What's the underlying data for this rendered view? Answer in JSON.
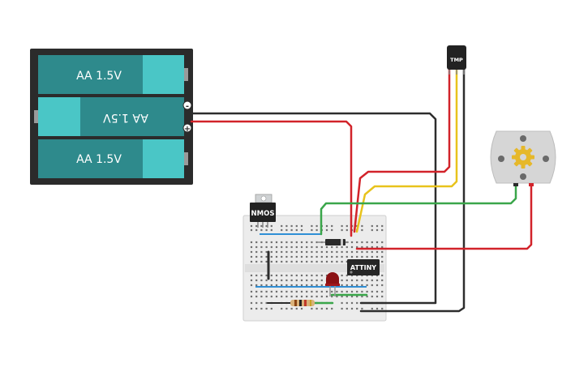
{
  "battery_pack": {
    "cells": [
      {
        "label": "AA 1.5V",
        "orientation": "normal"
      },
      {
        "label": "AA 1.5V",
        "orientation": "flipped"
      },
      {
        "label": "AA 1.5V",
        "orientation": "normal"
      }
    ],
    "terminal_minus": "-",
    "terminal_plus": "+"
  },
  "components": {
    "transistor_label": "NMOS",
    "temp_sensor_label": "TMP",
    "microcontroller_label": "ATTINY"
  },
  "colors": {
    "wire_red": "#d2232a",
    "wire_black": "#2d2d2d",
    "wire_yellow": "#e8c31c",
    "wire_green": "#3aa64a",
    "breadboard_bus_blue": "#2f8fd6",
    "battery_body": "#2e8a8c",
    "battery_cap": "#4ac6c6"
  }
}
